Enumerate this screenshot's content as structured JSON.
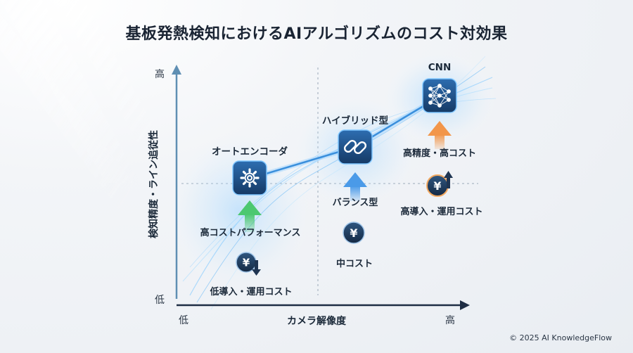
{
  "title": "基板発熱検知におけるAIアルゴリズムのコスト対効果",
  "axes": {
    "x_label": "カメラ解像度",
    "y_label": "検知精度・ライン追従性",
    "x_low": "低",
    "x_high": "高",
    "y_low": "低",
    "y_high": "高"
  },
  "nodes": [
    {
      "name": "オートエンコーダ",
      "icon": "gear-icon",
      "trait": "高コストパフォーマンス",
      "cost": "低導入・運用コスト",
      "cost_icon": "yen-down-icon"
    },
    {
      "name": "ハイブリッド型",
      "icon": "link-icon",
      "trait": "バランス型",
      "cost": "中コスト",
      "cost_icon": "yen-icon"
    },
    {
      "name": "CNN",
      "icon": "neural-network-icon",
      "trait": "高精度・高コスト",
      "cost": "高導入・運用コスト",
      "cost_icon": "yen-up-icon"
    }
  ],
  "colors": {
    "accent": "#2b7fd6",
    "arrow_green": "#4cc870",
    "arrow_blue": "#4a9ae8",
    "arrow_orange": "#f2964a",
    "node": "#1d4f86"
  },
  "footer": "© 2025 AI KnowledgeFlow"
}
